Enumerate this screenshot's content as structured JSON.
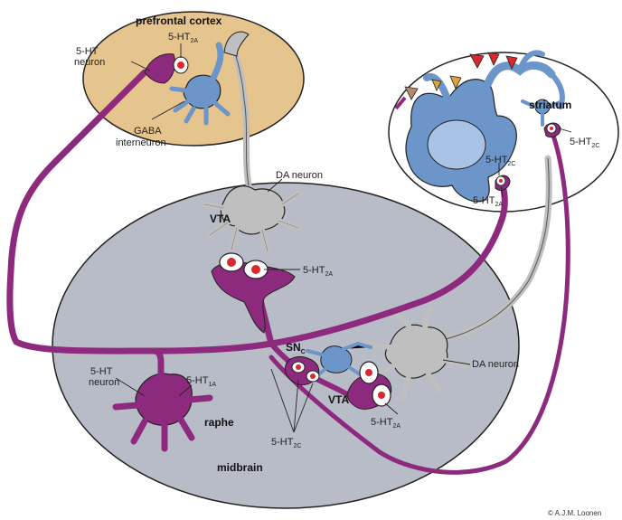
{
  "regions": {
    "prefrontal_cortex": "prefrontal cortex",
    "striatum": "striatum",
    "midbrain": "midbrain",
    "raphe": "raphe",
    "vta_top": "VTA",
    "vta_bottom": "VTA",
    "snc": {
      "main": "SN",
      "sub": "C"
    }
  },
  "labels": {
    "pfc_5ht_neuron": [
      "5-HT",
      "neuron"
    ],
    "pfc_5ht2a": {
      "main": "5-HT",
      "sub": "2A"
    },
    "gaba_interneuron": [
      "GABA",
      "interneuron"
    ],
    "da_neuron_top": "DA neuron",
    "da_neuron_right": "DA neuron",
    "vta_5ht2a": {
      "main": "5-HT",
      "sub": "2A"
    },
    "raphe_5ht_neuron": [
      "5-HT",
      "neuron"
    ],
    "raphe_5ht1a": {
      "main": "5-HT",
      "sub": "1A"
    },
    "midbrain_5ht2c": {
      "main": "5-HT",
      "sub": "2C"
    },
    "vta2_5ht2a": {
      "main": "5-HT",
      "sub": "2A"
    },
    "striatum_5ht2c_left": {
      "main": "5-HT",
      "sub": "2C"
    },
    "striatum_5ht2a": {
      "main": "5-HT",
      "sub": "2A"
    },
    "striatum_5ht2c_right": {
      "main": "5-HT",
      "sub": "2C"
    }
  },
  "copyright": "© A.J.M. Loonen",
  "colors": {
    "serotonin": "#8e2a7e",
    "gaba": "#6c95c9",
    "dopamine": "#bfbfbf",
    "midbrain": "#b8bcc7",
    "cortex": "#e6c48e",
    "receptor": "#d9282f"
  }
}
